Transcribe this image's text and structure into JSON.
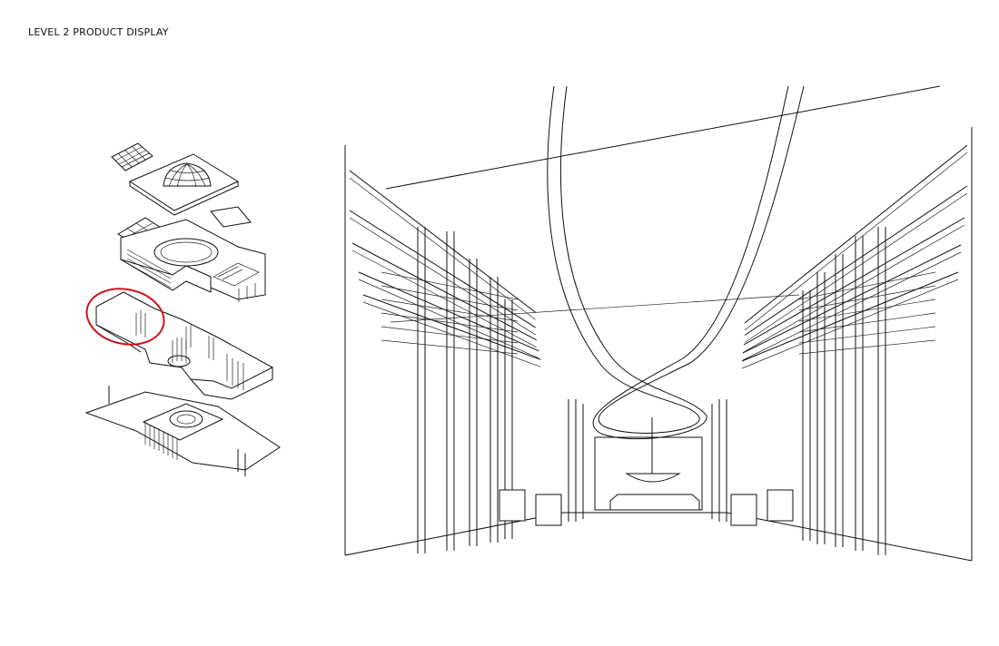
{
  "header": {
    "title": "LEVEL 2 PRODUCT DISPLAY"
  },
  "colors": {
    "line": "#111111",
    "highlight": "#d0121b",
    "background": "#ffffff"
  },
  "views": [
    {
      "name": "exploded-axonometric",
      "highlight": "level-2-product-display-area"
    },
    {
      "name": "interior-perspective"
    }
  ]
}
